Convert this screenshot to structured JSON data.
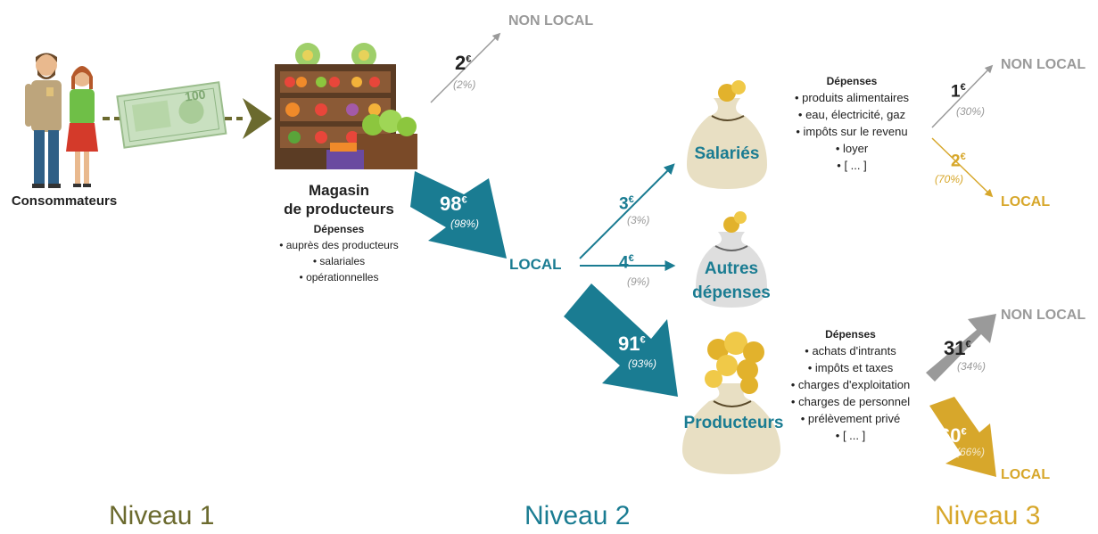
{
  "consumers": {
    "label": "Consommateurs"
  },
  "shop": {
    "title_line1": "Magasin",
    "title_line2": "de producteurs",
    "expenses_title": "Dépenses",
    "expenses": [
      "auprès des producteurs",
      "salariales",
      "opérationnelles"
    ]
  },
  "level1_flows": {
    "non_local": {
      "amount": "2",
      "pct": "(2%)",
      "label": "NON LOCAL"
    },
    "local": {
      "amount": "98",
      "pct": "(98%)",
      "label": "LOCAL"
    }
  },
  "level2_flows": {
    "salaries": {
      "amount": "3",
      "pct": "(3%)"
    },
    "other": {
      "amount": "4",
      "pct": "(9%)"
    },
    "producers": {
      "amount": "91",
      "pct": "(93%)"
    }
  },
  "bags": {
    "salaries": "Salariés",
    "other_line1": "Autres",
    "other_line2": "dépenses",
    "producers": "Producteurs"
  },
  "salaries_expenses": {
    "title": "Dépenses",
    "items": [
      "produits alimentaires",
      "eau, électricité, gaz",
      "impôts sur le revenu",
      "loyer",
      "[ ... ]"
    ]
  },
  "producers_expenses": {
    "title": "Dépenses",
    "items": [
      "achats d'intrants",
      "impôts et taxes",
      "charges d'exploitation",
      "charges de personnel",
      "prélèvement privé",
      "[ ... ]"
    ]
  },
  "level3_salaries": {
    "non_local": {
      "amount": "1",
      "pct": "(30%)",
      "label": "NON LOCAL"
    },
    "local": {
      "amount": "2",
      "pct": "(70%)",
      "label": "LOCAL"
    }
  },
  "level3_producers": {
    "non_local": {
      "amount": "31",
      "pct": "(34%)",
      "label": "NON LOCAL"
    },
    "local": {
      "amount": "60",
      "pct": "(66%)",
      "label": "LOCAL"
    }
  },
  "euro_symbol": "€",
  "levels": [
    "Niveau 1",
    "Niveau 2",
    "Niveau 3"
  ],
  "colors": {
    "teal": "#1a7c92",
    "gold": "#d7a72b",
    "gray": "#9a9a9a",
    "olive": "#6b6a2e"
  }
}
